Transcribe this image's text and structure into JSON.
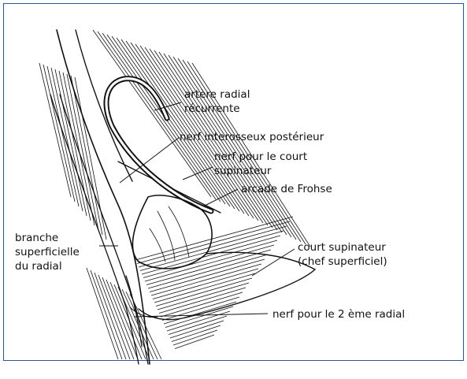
{
  "figure": {
    "frame_color": "#2f5597",
    "ink_color": "#111111",
    "labels": {
      "artere_radial": [
        "artère radial",
        "récurrente"
      ],
      "nerf_interosseux": "nerf interosseux postérieur",
      "nerf_court_supinateur": [
        "nerf pour le court",
        "supinateur"
      ],
      "arcade": "arcade de Frohse",
      "branche_superficielle": [
        "branche",
        "superficielle",
        "du radial"
      ],
      "court_supinateur": [
        "court supinateur",
        "(chef superficiel)"
      ],
      "nerf_2eme_radial": "nerf pour le 2 ème radial"
    }
  }
}
